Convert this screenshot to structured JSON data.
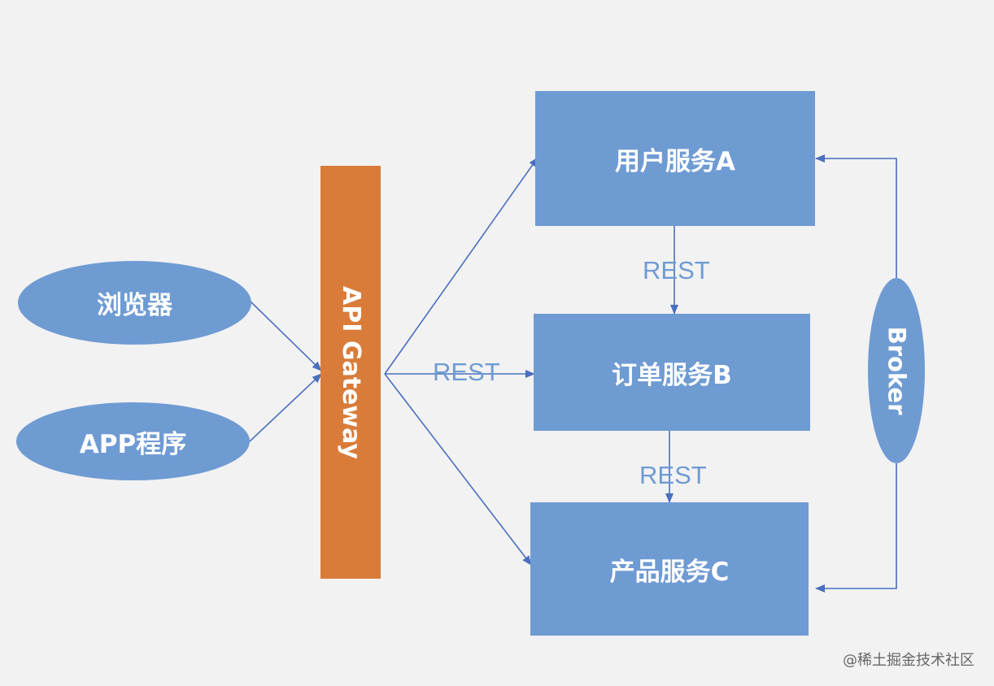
{
  "nodes": {
    "browser": "浏览器",
    "app": "APP程序",
    "gateway": "API Gateway",
    "service_a": "用户服务A",
    "service_b": "订单服务B",
    "service_c": "产品服务C",
    "broker": "Broker"
  },
  "edge_labels": {
    "gateway_to_b": "REST",
    "a_to_b": "REST",
    "b_to_c": "REST"
  },
  "watermark": "@稀土掘金技术社区",
  "colors": {
    "background": "#f2f2f2",
    "node_fill": "#6f9bd3",
    "gateway_fill": "#d97c3a",
    "edge_stroke": "#4a6fbf",
    "label_text": "#ffffff",
    "edge_label_text": "#6f9bd3"
  }
}
